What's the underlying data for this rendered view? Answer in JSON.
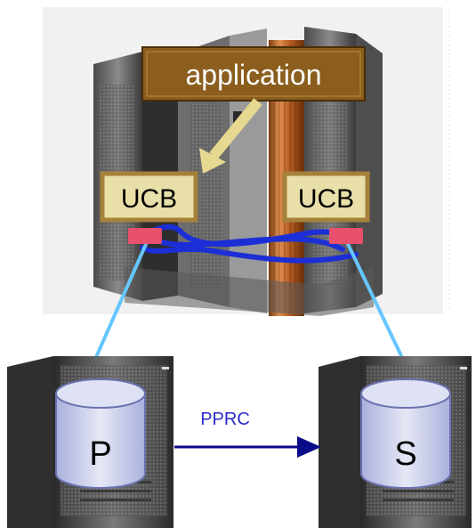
{
  "diagram": {
    "application_label": "application",
    "ucb_left_label": "UCB",
    "ucb_right_label": "UCB",
    "link_label": "PPRC",
    "primary_volume_label": "P",
    "secondary_volume_label": "S"
  },
  "colors": {
    "app_box": "#8b5e1d",
    "ucb_box": "#e8e0a8",
    "ucb_border": "#a6813a",
    "channel_blue": "#1c2fd6",
    "fiber_light": "#66c6ff",
    "connector_red": "#e8506b",
    "pprc_arrow": "#0c0c8a",
    "volume_fill": "#c7cbe8",
    "volume_stroke": "#6a72b0"
  }
}
